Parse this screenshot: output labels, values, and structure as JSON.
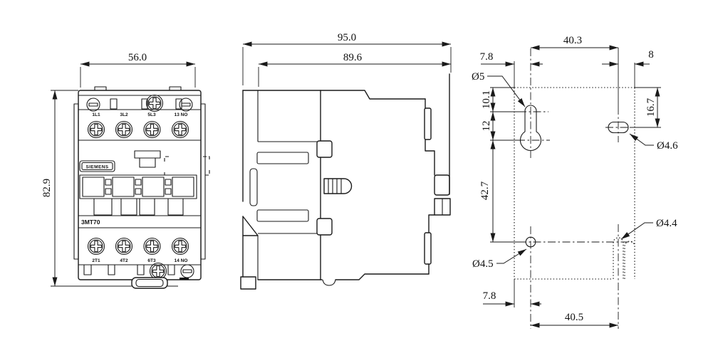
{
  "drawing": {
    "title": "contactor-dimension-drawing",
    "colors": {
      "line": "#1a1a1a",
      "background": "#ffffff"
    },
    "front_view": {
      "width_dim": "56.0",
      "height_dim": "82.9",
      "brand": "SIEMENS",
      "model": "3MT70",
      "terminals_top": [
        "1L1",
        "3L2",
        "5L3",
        "13 NO"
      ],
      "terminals_bottom": [
        "2T1",
        "4T2",
        "6T3",
        "14 NO"
      ]
    },
    "side_view": {
      "overall_depth": "95.0",
      "body_depth": "89.6"
    },
    "mounting_view": {
      "top_left_offset": "7.8",
      "top_hole_spacing": "40.3",
      "top_right_offset": "8",
      "keyhole_diameter": "Ø5",
      "keyhole_top_distance": "10.1",
      "keyhole_circle_distance": "12",
      "right_slot_top_distance": "16.7",
      "right_slot_diameter": "Ø4.6",
      "vertical_hole_spacing": "42.7",
      "bottom_left_hole_diameter": "Ø4.5",
      "bottom_right_slot_diameter": "Ø4.4",
      "bottom_left_offset": "7.8",
      "bottom_hole_spacing": "40.5"
    }
  }
}
